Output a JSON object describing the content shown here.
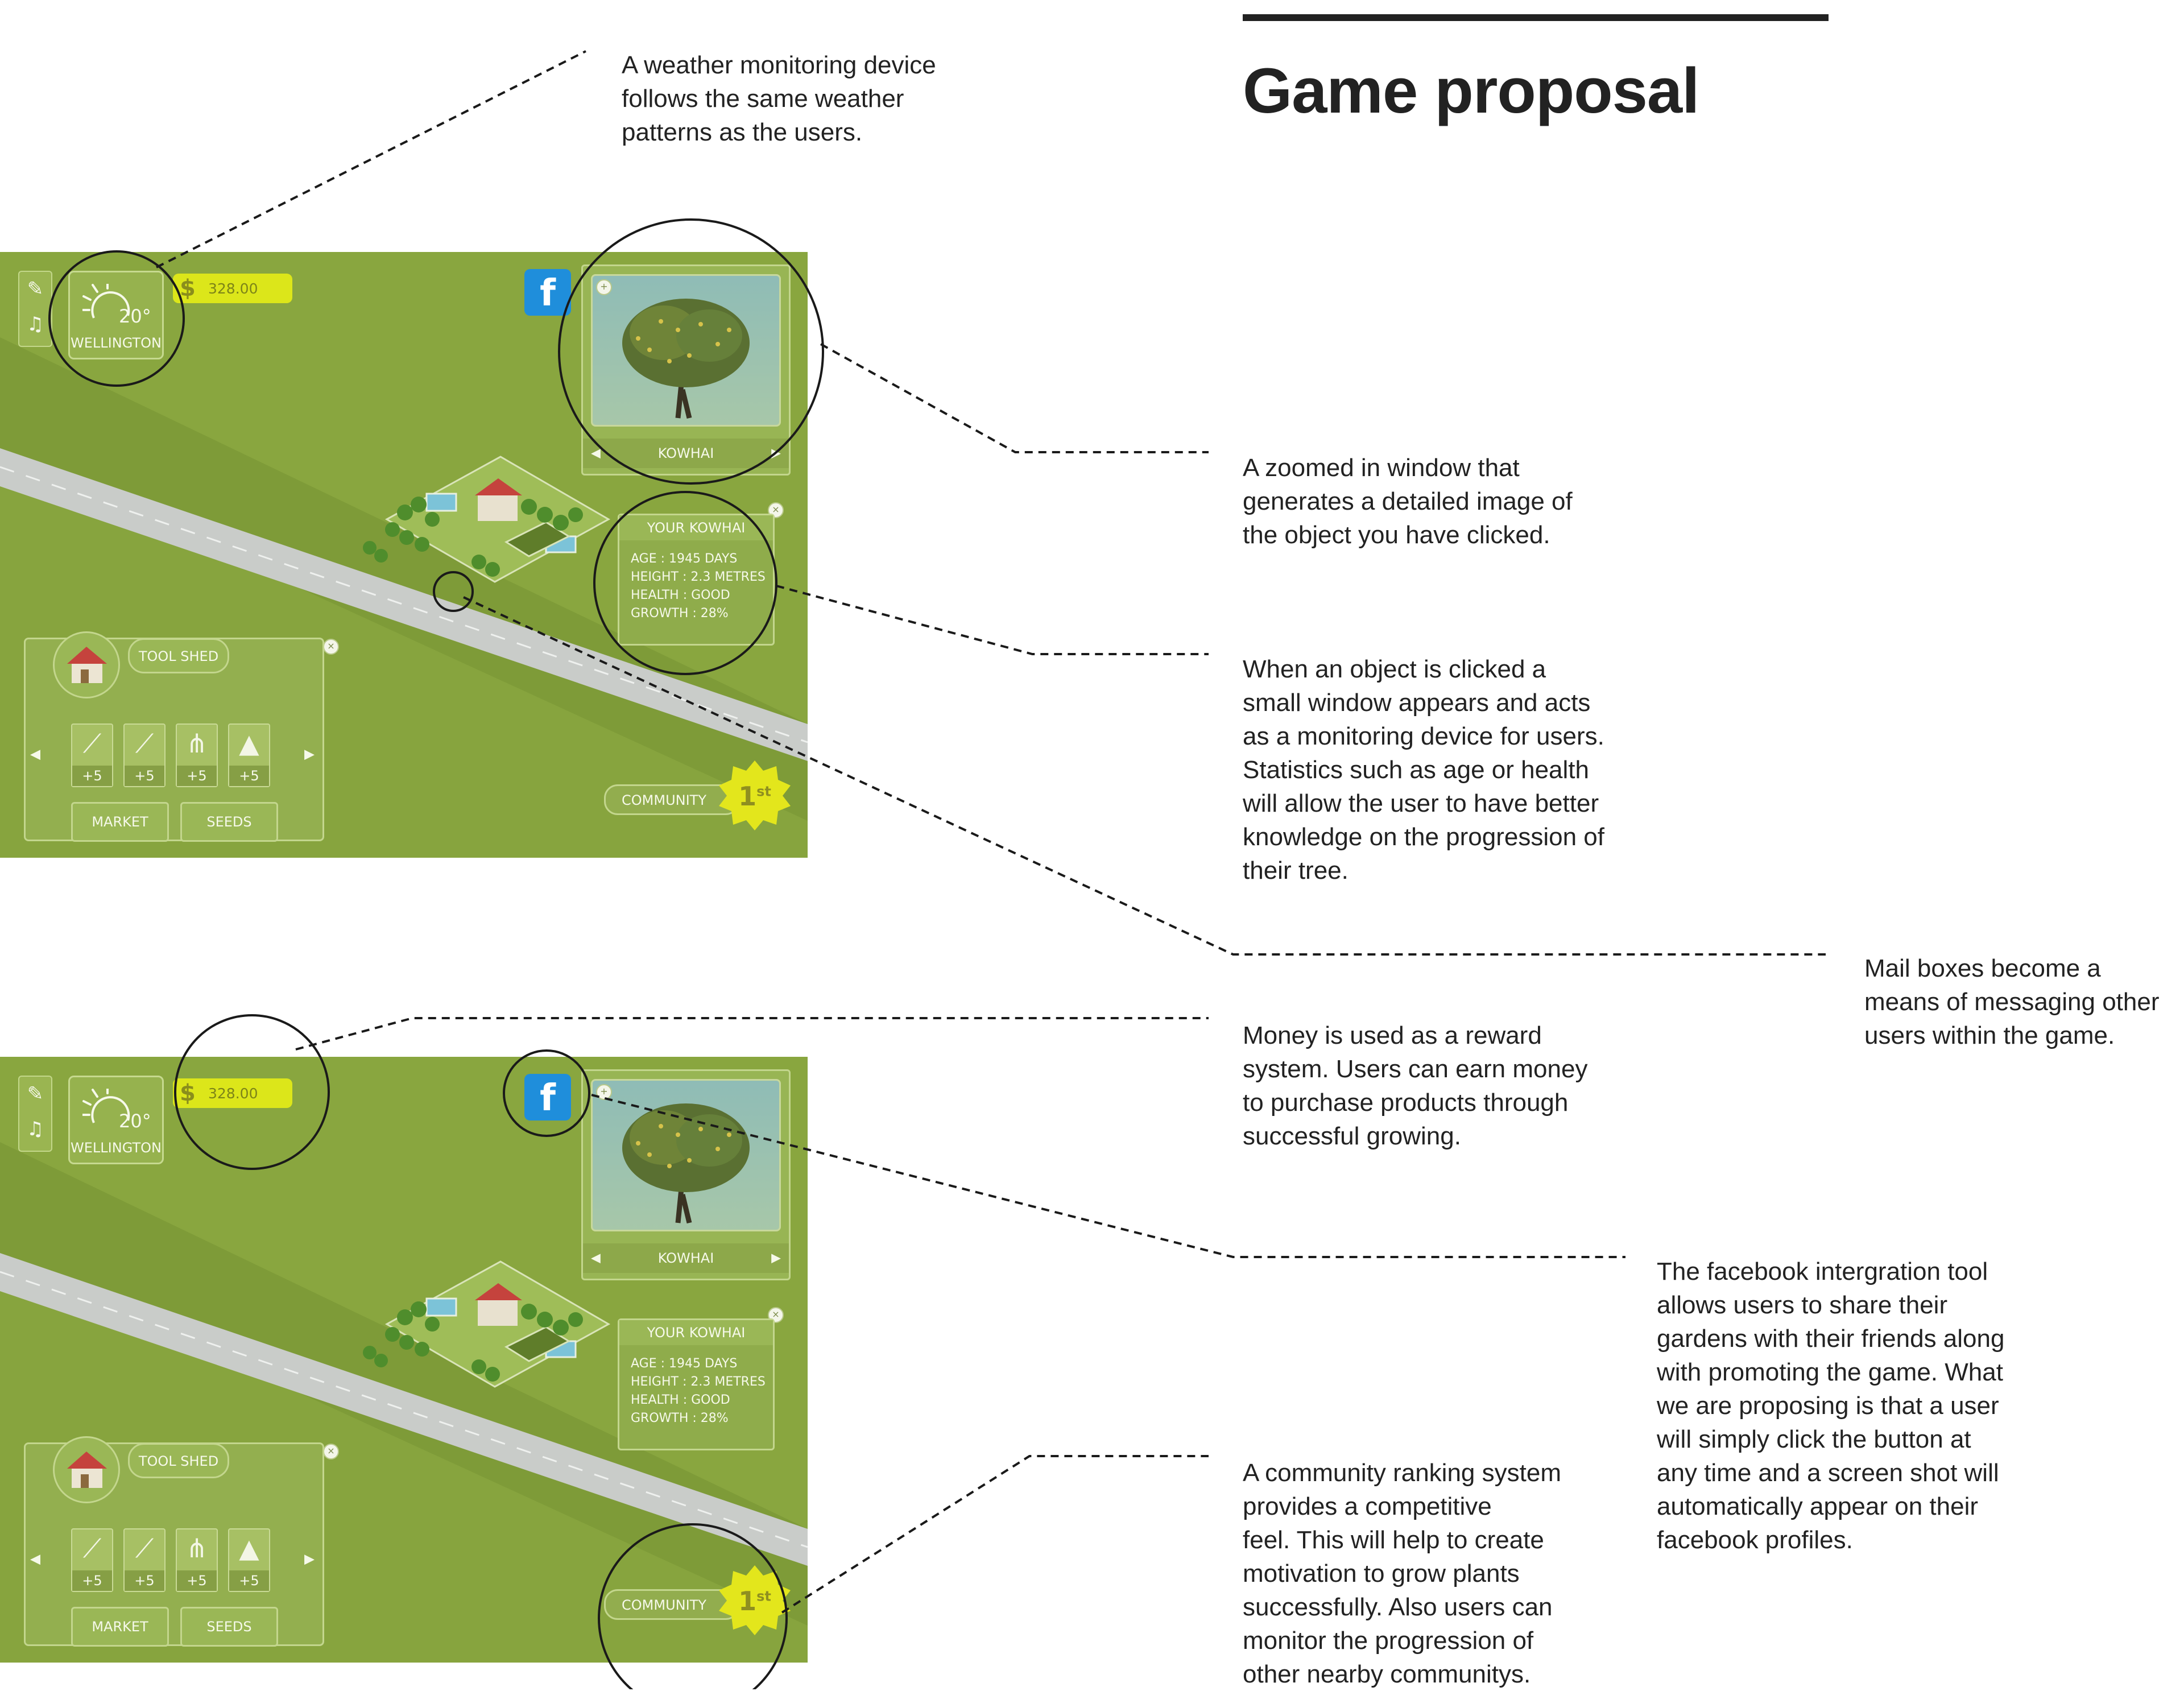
{
  "page": {
    "title": "Game proposal"
  },
  "game": {
    "temperature": "20°",
    "city": "WELLINGTON",
    "money_symbol": "$",
    "money": "328.00",
    "facebook_icon": "facebook-icon",
    "facebook_letter": "f",
    "selected_tree": "KOWHAI",
    "stats": {
      "title": "YOUR KOWHAI",
      "age": "AGE : 1945 DAYS",
      "height": "HEIGHT : 2.3 METRES",
      "health": "HEALTH : GOOD",
      "growth": "GROWTH : 28%"
    },
    "tool_shed": {
      "label": "TOOL SHED",
      "slots": [
        {
          "icon": "carrot-icon",
          "value": "+5"
        },
        {
          "icon": "trowel-icon",
          "value": "+5"
        },
        {
          "icon": "rake-icon",
          "value": "+5"
        },
        {
          "icon": "soil-pile-icon",
          "value": "+5"
        }
      ],
      "market": "MARKET",
      "seeds": "SEEDS"
    },
    "community": "COMMUNITY",
    "rank": "1",
    "rank_suffix": "st",
    "colors": {
      "grass": "#89a63f",
      "road": "#c8ccc8",
      "money_badge": "#dce61a",
      "facebook": "#1f8edb",
      "rank_badge": "#e3e61c"
    }
  },
  "annotations": {
    "weather": "A weather monitoring device\nfollows the same weather\npatterns as the users.",
    "zoom": "A zoomed in window that\ngenerates a detailed image of\nthe object you have clicked.",
    "monitor": "When an object is clicked a\nsmall window appears and acts\nas a monitoring device for users.\nStatistics such as age or health\nwill allow the user to have better\nknowledge on the progression of\ntheir tree.",
    "mail": "Mail boxes become a\nmeans of messaging other\nusers within the game.",
    "money": "Money is used as a reward\nsystem. Users can earn money\nto purchase products through\nsuccessful growing.",
    "facebook": "The facebook intergration tool\nallows users to share their\ngardens with their friends along\nwith promoting the game. What\nwe are proposing is that a user\nwill simply click the button at\nany time and a screen shot will\nautomatically appear on their\nfacebook profiles.",
    "community": "A community ranking system\nprovides a competitive\nfeel. This will help to create\nmotivation to grow plants\nsuccessfully. Also users can\nmonitor the progression of\nother nearby communitys."
  }
}
